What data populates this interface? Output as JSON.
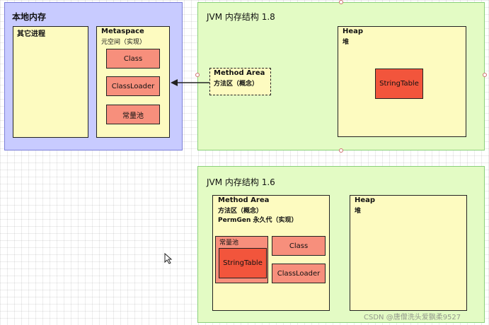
{
  "native_memory": {
    "title": "本地内存",
    "other_processes": "其它进程",
    "metaspace": {
      "title": "Metaspace",
      "subtitle": "元空间（实现）",
      "items": [
        "Class",
        "ClassLoader",
        "常量池"
      ]
    }
  },
  "jvm18": {
    "title": "JVM 内存结构 1.8",
    "method_area": {
      "title": "Method Area",
      "subtitle": "方法区（概念）"
    },
    "heap": {
      "title": "Heap",
      "subtitle": "堆",
      "string_table": "StringTable"
    }
  },
  "jvm16": {
    "title": "JVM 内存结构 1.6",
    "method_area": {
      "title": "Method Area",
      "subtitle": "方法区（概念）",
      "permgen": "PermGen 永久代（实现）",
      "constant_pool": "常量池",
      "string_table": "StringTable",
      "items": [
        "Class",
        "ClassLoader"
      ]
    },
    "heap": {
      "title": "Heap",
      "subtitle": "堆"
    }
  },
  "watermark": "CSDN @唐僧洗头爱飘柔9527",
  "colors": {
    "native_bg": "#c8cbff",
    "jvm_bg": "#e3fbc4",
    "region_bg": "#fdfbc0",
    "item_bg": "#f78f7c",
    "string_table_bg": "#f2553c"
  }
}
